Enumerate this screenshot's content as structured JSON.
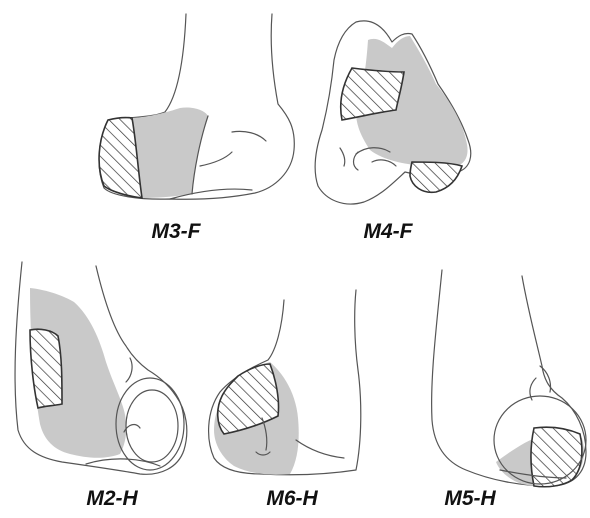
{
  "figure": {
    "colors": {
      "outline": "#555555",
      "shaded": "#c9c9c9",
      "hatch": "#333333",
      "background": "#ffffff",
      "label": "#111111"
    },
    "panels": [
      {
        "id": "m3f",
        "label": "M3-F"
      },
      {
        "id": "m4f",
        "label": "M4-F"
      },
      {
        "id": "m2h",
        "label": "M2-H"
      },
      {
        "id": "m6h",
        "label": "M6-H"
      },
      {
        "id": "m5h",
        "label": "M5-H"
      }
    ]
  }
}
